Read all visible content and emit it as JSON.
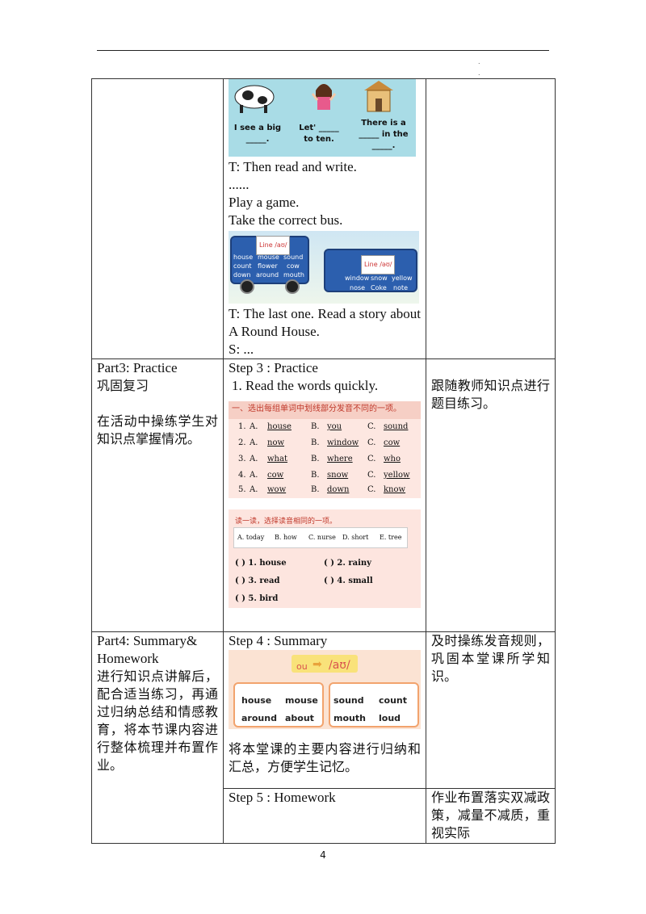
{
  "footer": {
    "page_number": "4"
  },
  "header": {
    "dots": [
      ".",
      "."
    ]
  },
  "row1": {
    "picture_captions": [
      "I see a big _____.",
      "Let' _____ to ten.",
      "There is a _____ in the _____."
    ],
    "lines": [
      "T: Then read and write.",
      "......",
      "Play a game.",
      "Take the correct bus."
    ],
    "bus": {
      "sign1": "Line /aʊ/",
      "words1": [
        "house",
        "mouse",
        "sound",
        "count",
        "flower",
        "cow",
        "down",
        "around",
        "mouth"
      ],
      "sign2": "Line /əʊ/",
      "words2": [
        "window",
        "snow",
        "yellow",
        "nose",
        "Coke",
        "note"
      ]
    },
    "after": [
      "T: The last one. Read a story about A Round House.",
      "S: ..."
    ]
  },
  "row2": {
    "col1_title": "Part3: Practice",
    "col1_sub": "巩固复习",
    "col1_text": "在活动中操练学生对知识点掌握情况。",
    "col2_title": "Step 3 : Practice",
    "col2_item": "1.  Read the words quickly.",
    "col3_text": "跟随教师知识点进行题目练习。",
    "ex1": {
      "header": "一、选出每组单词中划线部分发音不同的一项。",
      "rows": [
        [
          "1.",
          "A.",
          "house",
          "B.",
          "you",
          "C.",
          "sound"
        ],
        [
          "2.",
          "A.",
          "now",
          "B.",
          "window",
          "C.",
          "cow"
        ],
        [
          "3.",
          "A.",
          "what",
          "B.",
          "where",
          "C.",
          "who"
        ],
        [
          "4.",
          "A.",
          "cow",
          "B.",
          "snow",
          "C.",
          "yellow"
        ],
        [
          "5.",
          "A.",
          "wow",
          "B.",
          "down",
          "C.",
          "know"
        ]
      ]
    },
    "ex2": {
      "header": "读一读，选择读音相同的一项。",
      "options": [
        "A. today",
        "B. how",
        "C. nurse",
        "D. short",
        "E. tree"
      ],
      "questions": [
        "(    ) 1.  house",
        "(    ) 2.  rainy",
        "(    ) 3.  read",
        "(    ) 4.  small",
        "(    ) 5.  bird"
      ]
    }
  },
  "row3": {
    "col1_title": "Part4: Summary& Homework",
    "col1_text": "进行知识点讲解后，配合适当练习，再通过归纳总结和情感教育，将本节课内容进行整体梳理并布置作业。",
    "col2_title": "Step 4 : Summary",
    "col2_text": "将本堂课的主要内容进行归纳和汇总，方便学生记忆。",
    "col3_text": "及时操练发音规则，巩固本堂课所学知识。",
    "summary": {
      "ou": "ou",
      "phon": "/aʊ/",
      "left": [
        "house",
        "mouse",
        "around",
        "about"
      ],
      "right": [
        "sound",
        "count",
        "mouth",
        "loud"
      ]
    }
  },
  "row4": {
    "col2_title": "Step 5 : Homework",
    "col3_text": "作业布置落实双减政策，减量不减质，重视实际"
  }
}
